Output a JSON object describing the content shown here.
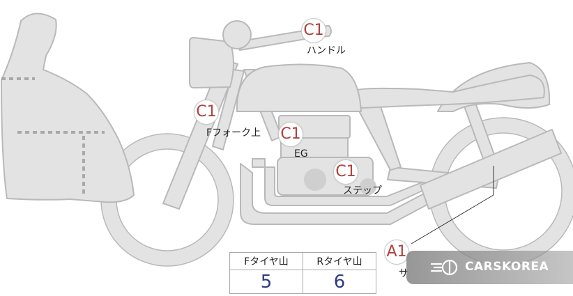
{
  "colors": {
    "body_fill": "#e3e3e3",
    "body_stroke": "#b9b9b9",
    "badge_text": "#b0413e",
    "value_text": "#2e3c82",
    "dotted_line": "#a9a9a9"
  },
  "callouts": [
    {
      "grade": "C1",
      "label": "ハンドル"
    },
    {
      "grade": "C1",
      "label": "Fフォーク上"
    },
    {
      "grade": "C1",
      "label": "EG"
    },
    {
      "grade": "C1",
      "label": "ステップ"
    },
    {
      "grade": "A1",
      "label": "サ"
    }
  ],
  "tire_table": {
    "headers": [
      "Fタイヤ山",
      "Rタイヤ山"
    ],
    "values": [
      "5",
      "6"
    ]
  },
  "watermark": {
    "text": "CARSKOREA",
    "icon": "carskorea-logo-icon"
  }
}
